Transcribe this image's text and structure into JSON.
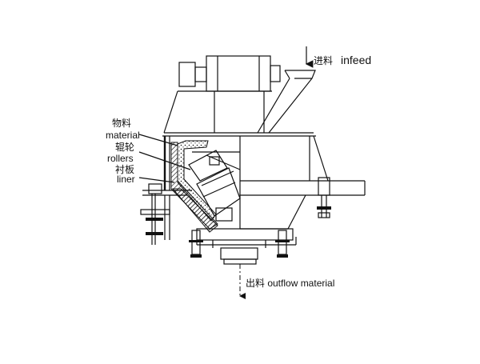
{
  "labels": {
    "infeed_zh": "进料",
    "infeed_en": "infeed",
    "material_zh": "物料",
    "material_en": "material",
    "rollers_zh": "辊轮",
    "rollers_en": "rollers",
    "liner_zh": "衬板",
    "liner_en": "liner",
    "outflow": "出料 outflow material"
  }
}
